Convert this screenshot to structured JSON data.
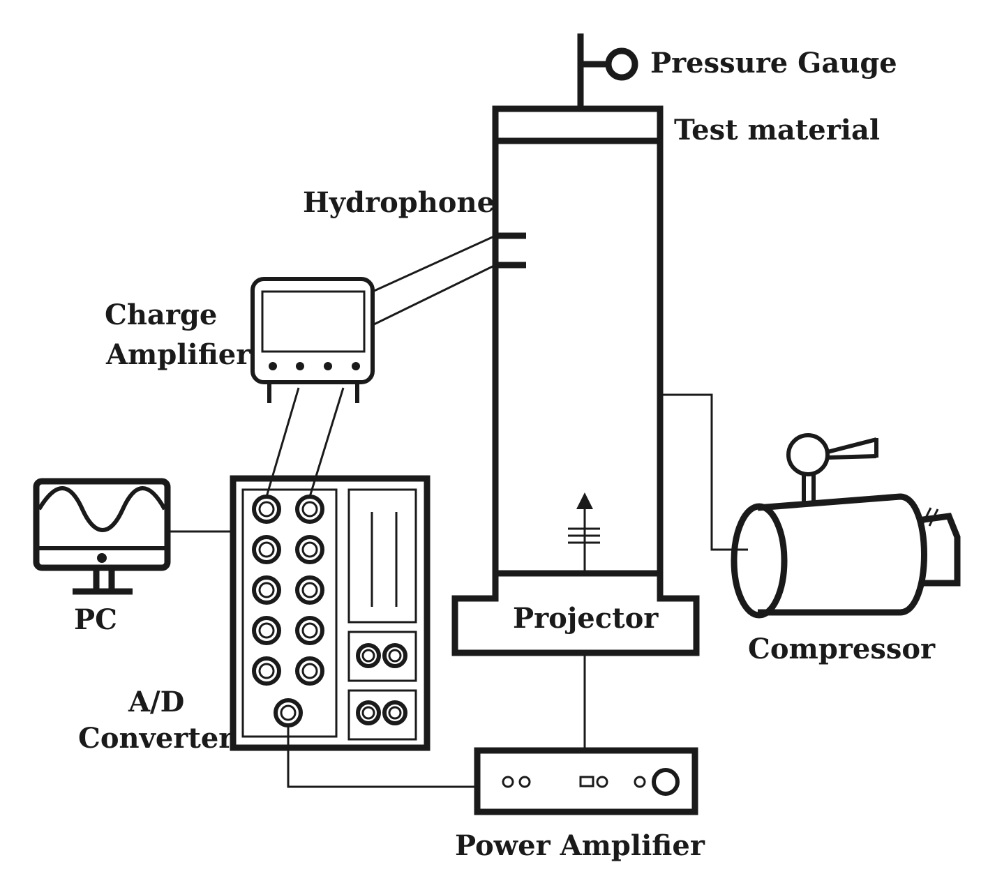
{
  "labels": {
    "pressure_gauge": "Pressure Gauge",
    "test_material": "Test material",
    "hydrophone": "Hydrophone",
    "charge_amplifier_line1": "Charge",
    "charge_amplifier_line2": "Amplifier",
    "pc": "PC",
    "ad_converter_line1": "A/D",
    "ad_converter_line2": "Converter",
    "projector": "Projector",
    "compressor": "Compressor",
    "power_amplifier": "Power Amplifier"
  },
  "icons": {
    "pressure_gauge": "pressure-gauge-icon",
    "pc": "monitor-icon",
    "charge_amplifier": "charge-amplifier-icon",
    "ad_converter": "ad-converter-icon",
    "power_amplifier": "power-amplifier-icon",
    "compressor": "compressor-icon",
    "projector_wave": "sound-wave-arrow-icon"
  },
  "colors": {
    "ink": "#1a1a1a",
    "background": "#ffffff"
  }
}
